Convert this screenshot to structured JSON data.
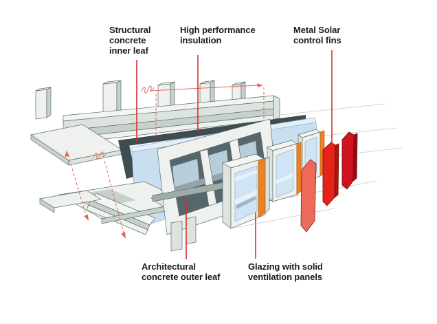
{
  "diagram": {
    "type": "exploded-axonometric-facade-detail",
    "labels": [
      {
        "key": "structural-concrete-inner-leaf",
        "lines": [
          "Structural",
          "concrete",
          "inner leaf"
        ]
      },
      {
        "key": "high-performance-insulation",
        "lines": [
          "High performance",
          "insulation"
        ]
      },
      {
        "key": "metal-solar-control-fins",
        "lines": [
          "Metal Solar",
          "control fins"
        ]
      },
      {
        "key": "architectural-concrete-outer-leaf",
        "lines": [
          "Architectural",
          "concrete outer leaf"
        ]
      },
      {
        "key": "glazing-with-solid-ventilation-panels",
        "lines": [
          "Glazing with solid",
          "ventilation panels"
        ]
      }
    ],
    "components": [
      "structural concrete inner leaf",
      "high performance insulation",
      "architectural concrete outer leaf",
      "glazing with solid ventilation panels",
      "metal solar control fins",
      "concrete floor slabs and columns"
    ],
    "colors": {
      "background": "#ffffff",
      "label_text": "#1b1b1b",
      "leader_line": "#d2302a",
      "dimension_line": "#e2655c",
      "concrete_light": "#eef1ee",
      "concrete_mid": "#c6d1cb",
      "concrete_shadow": "#9fada6",
      "outline": "#5d6d68",
      "inner_leaf_dark": "#3f4d50",
      "window_cavity": "#56666d",
      "cavity_blue": "#b7cdda",
      "cavity_sill": "#93a3aa",
      "insulation_blue": "#c8dff2",
      "insulation_blue_light": "#e4effa",
      "glass_blue": "#cfe4f4",
      "glass_light": "#e8f1f8",
      "glass_shadow": "#9fb4c4",
      "frame_white": "#eef1ee",
      "vent_orange": "#ef8125",
      "fin_salmon": "#ee6a58",
      "fin_red": "#e6231a",
      "fin_red_dark": "#a81710",
      "fin_crimson": "#d0131f",
      "fin_crimson_dark": "#8f0f18"
    }
  }
}
